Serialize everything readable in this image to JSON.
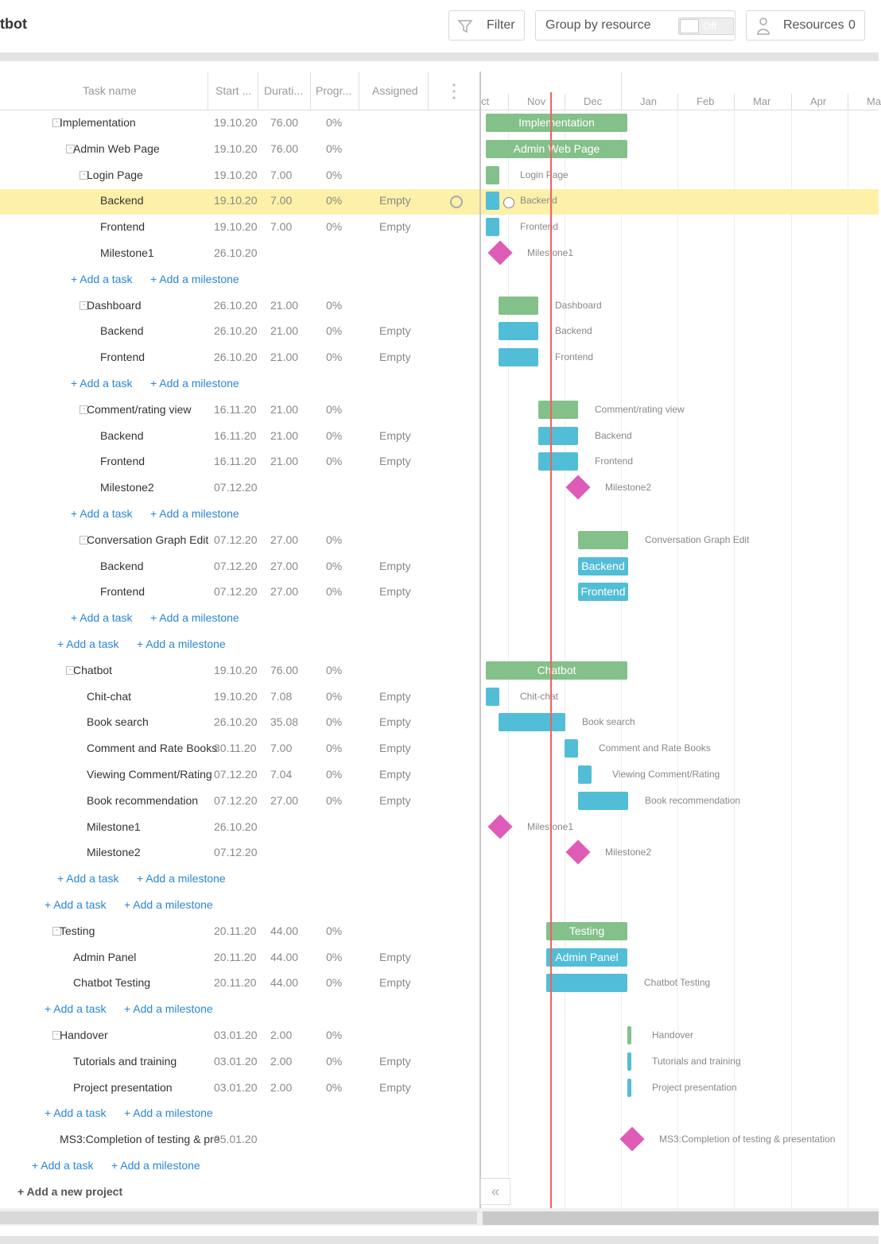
{
  "app": {
    "title": "tbot"
  },
  "toolbar": {
    "filter_label": "Filter",
    "group_label": "Group by resource",
    "toggle_label": "Off",
    "resources_label": "Resources",
    "resources_count": "0"
  },
  "grid": {
    "columns": [
      "Task name",
      "Start ...",
      "Durati...",
      "Progr...",
      "Assigned"
    ],
    "rows": [
      {
        "name": "Implementation",
        "start": "19.10.20",
        "dur": "76.00",
        "prog": "0%",
        "assigned": "",
        "indent": 1,
        "collapse": true
      },
      {
        "name": "Admin Web Page",
        "start": "19.10.20",
        "dur": "76.00",
        "prog": "0%",
        "assigned": "",
        "indent": 2,
        "collapse": true
      },
      {
        "name": "Login Page",
        "start": "19.10.20",
        "dur": "7.00",
        "prog": "0%",
        "assigned": "",
        "indent": 3,
        "collapse": true
      },
      {
        "name": "Backend",
        "start": "19.10.20",
        "dur": "7.00",
        "prog": "0%",
        "assigned": "Empty",
        "indent": 4
      },
      {
        "name": "Frontend",
        "start": "19.10.20",
        "dur": "7.00",
        "prog": "0%",
        "assigned": "Empty",
        "indent": 4
      },
      {
        "name": "Milestone1",
        "start": "26.10.20",
        "dur": "",
        "prog": "",
        "assigned": "",
        "indent": 4
      },
      {
        "add": true,
        "task": "+ Add a task",
        "milestone": "+ Add a milestone",
        "indent": 3
      },
      {
        "name": "Dashboard",
        "start": "26.10.20",
        "dur": "21.00",
        "prog": "0%",
        "assigned": "",
        "indent": 3,
        "collapse": true
      },
      {
        "name": "Backend",
        "start": "26.10.20",
        "dur": "21.00",
        "prog": "0%",
        "assigned": "Empty",
        "indent": 4
      },
      {
        "name": "Frontend",
        "start": "26.10.20",
        "dur": "21.00",
        "prog": "0%",
        "assigned": "Empty",
        "indent": 4
      },
      {
        "add": true,
        "task": "+ Add a task",
        "milestone": "+ Add a milestone",
        "indent": 3
      },
      {
        "name": "Comment/rating view",
        "start": "16.11.20",
        "dur": "21.00",
        "prog": "0%",
        "assigned": "",
        "indent": 3,
        "collapse": true
      },
      {
        "name": "Backend",
        "start": "16.11.20",
        "dur": "21.00",
        "prog": "0%",
        "assigned": "Empty",
        "indent": 4
      },
      {
        "name": "Frontend",
        "start": "16.11.20",
        "dur": "21.00",
        "prog": "0%",
        "assigned": "Empty",
        "indent": 4
      },
      {
        "name": "Milestone2",
        "start": "07.12.20",
        "dur": "",
        "prog": "",
        "assigned": "",
        "indent": 4
      },
      {
        "add": true,
        "task": "+ Add a task",
        "milestone": "+ Add a milestone",
        "indent": 3
      },
      {
        "name": "Conversation Graph Edit",
        "start": "07.12.20",
        "dur": "27.00",
        "prog": "0%",
        "assigned": "",
        "indent": 3,
        "collapse": true
      },
      {
        "name": "Backend",
        "start": "07.12.20",
        "dur": "27.00",
        "prog": "0%",
        "assigned": "Empty",
        "indent": 4
      },
      {
        "name": "Frontend",
        "start": "07.12.20",
        "dur": "27.00",
        "prog": "0%",
        "assigned": "Empty",
        "indent": 4
      },
      {
        "add": true,
        "task": "+ Add a task",
        "milestone": "+ Add a milestone",
        "indent": 3
      },
      {
        "add": true,
        "task": "+ Add a task",
        "milestone": "+ Add a milestone",
        "indent": 2
      },
      {
        "name": "Chatbot",
        "start": "19.10.20",
        "dur": "76.00",
        "prog": "0%",
        "assigned": "",
        "indent": 2,
        "collapse": true
      },
      {
        "name": "Chit-chat",
        "start": "19.10.20",
        "dur": "7.08",
        "prog": "0%",
        "assigned": "Empty",
        "indent": 3
      },
      {
        "name": "Book search",
        "start": "26.10.20",
        "dur": "35.08",
        "prog": "0%",
        "assigned": "Empty",
        "indent": 3
      },
      {
        "name": "Comment and Rate Books",
        "start": "30.11.20",
        "dur": "7.00",
        "prog": "0%",
        "assigned": "Empty",
        "indent": 3
      },
      {
        "name": "Viewing Comment/Rating",
        "start": "07.12.20",
        "dur": "7.04",
        "prog": "0%",
        "assigned": "Empty",
        "indent": 3
      },
      {
        "name": "Book recommendation",
        "start": "07.12.20",
        "dur": "27.00",
        "prog": "0%",
        "assigned": "Empty",
        "indent": 3
      },
      {
        "name": "Milestone1",
        "start": "26.10.20",
        "dur": "",
        "prog": "",
        "assigned": "",
        "indent": 3
      },
      {
        "name": "Milestone2",
        "start": "07.12.20",
        "dur": "",
        "prog": "",
        "assigned": "",
        "indent": 3
      },
      {
        "add": true,
        "task": "+ Add a task",
        "milestone": "+ Add a milestone",
        "indent": 2
      },
      {
        "add": true,
        "task": "+ Add a task",
        "milestone": "+ Add a milestone",
        "indent": 1
      },
      {
        "name": "Testing",
        "start": "20.11.20",
        "dur": "44.00",
        "prog": "0%",
        "assigned": "",
        "indent": 1,
        "collapse": true
      },
      {
        "name": "Admin Panel",
        "start": "20.11.20",
        "dur": "44.00",
        "prog": "0%",
        "assigned": "Empty",
        "indent": 2
      },
      {
        "name": "Chatbot Testing",
        "start": "20.11.20",
        "dur": "44.00",
        "prog": "0%",
        "assigned": "Empty",
        "indent": 2
      },
      {
        "add": true,
        "task": "+ Add a task",
        "milestone": "+ Add a milestone",
        "indent": 1
      },
      {
        "name": "Handover",
        "start": "03.01.20",
        "dur": "2.00",
        "prog": "0%",
        "assigned": "",
        "indent": 1,
        "collapse": true
      },
      {
        "name": "Tutorials and training",
        "start": "03.01.20",
        "dur": "2.00",
        "prog": "0%",
        "assigned": "Empty",
        "indent": 2
      },
      {
        "name": "Project presentation",
        "start": "03.01.20",
        "dur": "2.00",
        "prog": "0%",
        "assigned": "Empty",
        "indent": 2
      },
      {
        "add": true,
        "task": "+ Add a task",
        "milestone": "+ Add a milestone",
        "indent": 1
      },
      {
        "name": "MS3:Completion of testing & pre",
        "start": "05.01.20",
        "dur": "",
        "prog": "",
        "assigned": "",
        "indent": 1
      },
      {
        "add": true,
        "task": "+ Add a task",
        "milestone": "+ Add a milestone",
        "indent": 0
      },
      {
        "addproj": true,
        "label": "+ Add a new project"
      }
    ]
  },
  "timeline": {
    "months": [
      "ct",
      "Nov",
      "Dec",
      "Jan",
      "Feb",
      "Mar",
      "Apr",
      "Ma"
    ],
    "items": [
      {
        "row": 0,
        "kind": "proj",
        "start": 6,
        "len": 178,
        "label": "Implementation",
        "inside": true
      },
      {
        "row": 1,
        "kind": "proj",
        "start": 6,
        "len": 178,
        "label": "Admin Web Page",
        "inside": true
      },
      {
        "row": 2,
        "kind": "proj",
        "start": 6,
        "len": 17,
        "label": "Login Page"
      },
      {
        "row": 3,
        "kind": "task",
        "start": 6,
        "len": 17,
        "label": "Backend"
      },
      {
        "row": 4,
        "kind": "task",
        "start": 6,
        "len": 17,
        "label": "Frontend"
      },
      {
        "row": 5,
        "kind": "ms",
        "start": 24,
        "label": "Milestone1"
      },
      {
        "row": 7,
        "kind": "proj",
        "start": 22,
        "len": 50,
        "label": "Dashboard"
      },
      {
        "row": 8,
        "kind": "task",
        "start": 22,
        "len": 50,
        "label": "Backend"
      },
      {
        "row": 9,
        "kind": "task",
        "start": 22,
        "len": 50,
        "label": "Frontend"
      },
      {
        "row": 11,
        "kind": "proj",
        "start": 72,
        "len": 50,
        "label": "Comment/rating view"
      },
      {
        "row": 12,
        "kind": "task",
        "start": 72,
        "len": 50,
        "label": "Backend"
      },
      {
        "row": 13,
        "kind": "task",
        "start": 72,
        "len": 50,
        "label": "Frontend"
      },
      {
        "row": 14,
        "kind": "ms",
        "start": 122,
        "label": "Milestone2"
      },
      {
        "row": 16,
        "kind": "proj",
        "start": 122,
        "len": 63,
        "label": "Conversation Graph Edit"
      },
      {
        "row": 17,
        "kind": "task",
        "start": 122,
        "len": 63,
        "label": "Backend",
        "inside": true
      },
      {
        "row": 18,
        "kind": "task",
        "start": 122,
        "len": 63,
        "label": "Frontend",
        "inside": true
      },
      {
        "row": 21,
        "kind": "proj",
        "start": 6,
        "len": 178,
        "label": "Chatbot",
        "inside": true
      },
      {
        "row": 22,
        "kind": "task",
        "start": 6,
        "len": 17,
        "label": "Chit-chat"
      },
      {
        "row": 23,
        "kind": "task",
        "start": 22,
        "len": 84,
        "label": "Book search"
      },
      {
        "row": 24,
        "kind": "task",
        "start": 105,
        "len": 17,
        "label": "Comment and Rate Books"
      },
      {
        "row": 25,
        "kind": "task",
        "start": 122,
        "len": 17,
        "label": "Viewing Comment/Rating"
      },
      {
        "row": 26,
        "kind": "task",
        "start": 122,
        "len": 63,
        "label": "Book recommendation"
      },
      {
        "row": 27,
        "kind": "ms",
        "start": 24,
        "label": "Milestone1"
      },
      {
        "row": 28,
        "kind": "ms",
        "start": 122,
        "label": "Milestone2"
      },
      {
        "row": 31,
        "kind": "proj",
        "start": 82,
        "len": 102,
        "label": "Testing",
        "inside": true
      },
      {
        "row": 32,
        "kind": "task",
        "start": 82,
        "len": 102,
        "label": "Admin Panel",
        "inside": true
      },
      {
        "row": 33,
        "kind": "task",
        "start": 82,
        "len": 102,
        "label": "Chatbot Testing"
      },
      {
        "row": 35,
        "kind": "proj",
        "start": 184,
        "len": 5,
        "label": "Handover"
      },
      {
        "row": 36,
        "kind": "task",
        "start": 184,
        "len": 5,
        "label": "Tutorials and training"
      },
      {
        "row": 37,
        "kind": "task",
        "start": 184,
        "len": 5,
        "label": "Project presentation"
      },
      {
        "row": 39,
        "kind": "ms",
        "start": 190,
        "label": "MS3:Completion of testing & presentation"
      }
    ]
  },
  "colors": {
    "project_bar": "#84c08a",
    "task_bar": "#52bdd6",
    "milestone": "#de5cb7",
    "today_line": "#f06060",
    "highlight": "#fdf0a8",
    "link": "#2a86d6"
  }
}
